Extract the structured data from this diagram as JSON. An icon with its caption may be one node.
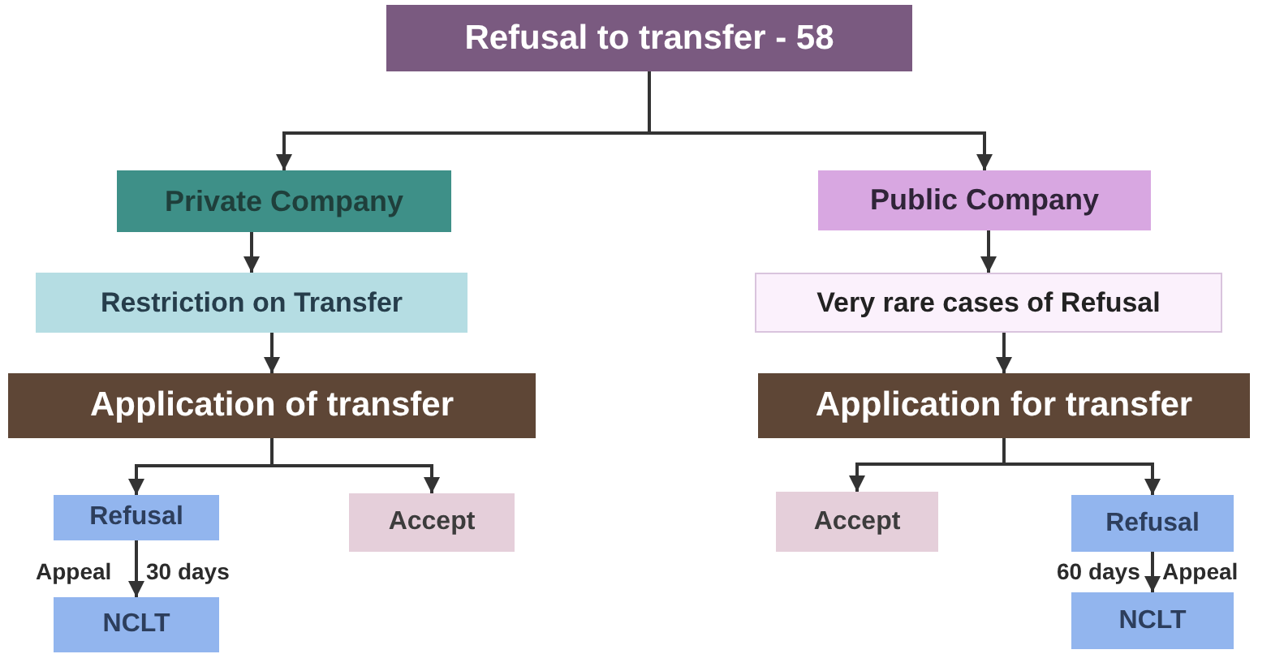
{
  "diagram": {
    "nodes": [
      {
        "text": [
          "Refusal to transfer - 58"
        ]
      },
      {
        "text": [
          "Private Company"
        ]
      },
      {
        "text": [
          "Public Company"
        ]
      },
      {
        "text": [
          "Restriction on Transfer"
        ]
      },
      {
        "text": [
          "Very rare cases of Refusal"
        ]
      },
      {
        "text": [
          "Application of transfer"
        ]
      },
      {
        "text": [
          "Application for transfer"
        ]
      },
      {
        "text": [
          "Refusal"
        ]
      },
      {
        "text": [
          "Accept"
        ]
      },
      {
        "text": [
          "NCLT"
        ]
      },
      {
        "text": [
          "Accept"
        ]
      },
      {
        "text": [
          "Refusal"
        ]
      },
      {
        "text": [
          "NCLT"
        ]
      }
    ],
    "edges": [
      {
        "from": 0,
        "to": 1,
        "arrow": "to"
      },
      {
        "from": 0,
        "to": 2,
        "arrow": "to"
      },
      {
        "from": 1,
        "to": 3,
        "arrow": "to"
      },
      {
        "from": 2,
        "to": 4,
        "arrow": "to"
      },
      {
        "from": 3,
        "to": 5,
        "arrow": "to"
      },
      {
        "from": 4,
        "to": 6,
        "arrow": "to"
      },
      {
        "from": 5,
        "to": 7,
        "arrow": "to"
      },
      {
        "from": 5,
        "to": 8,
        "arrow": "to"
      },
      {
        "from": 6,
        "to": 10,
        "arrow": "to"
      },
      {
        "from": 6,
        "to": 11,
        "arrow": "to"
      },
      {
        "from": 7,
        "to": 9,
        "arrow": "to",
        "label": "Appeal"
      },
      {
        "from": 11,
        "to": 12,
        "arrow": "to",
        "label": "Appeal"
      }
    ],
    "labels": [
      "30 days",
      "60 days"
    ]
  }
}
